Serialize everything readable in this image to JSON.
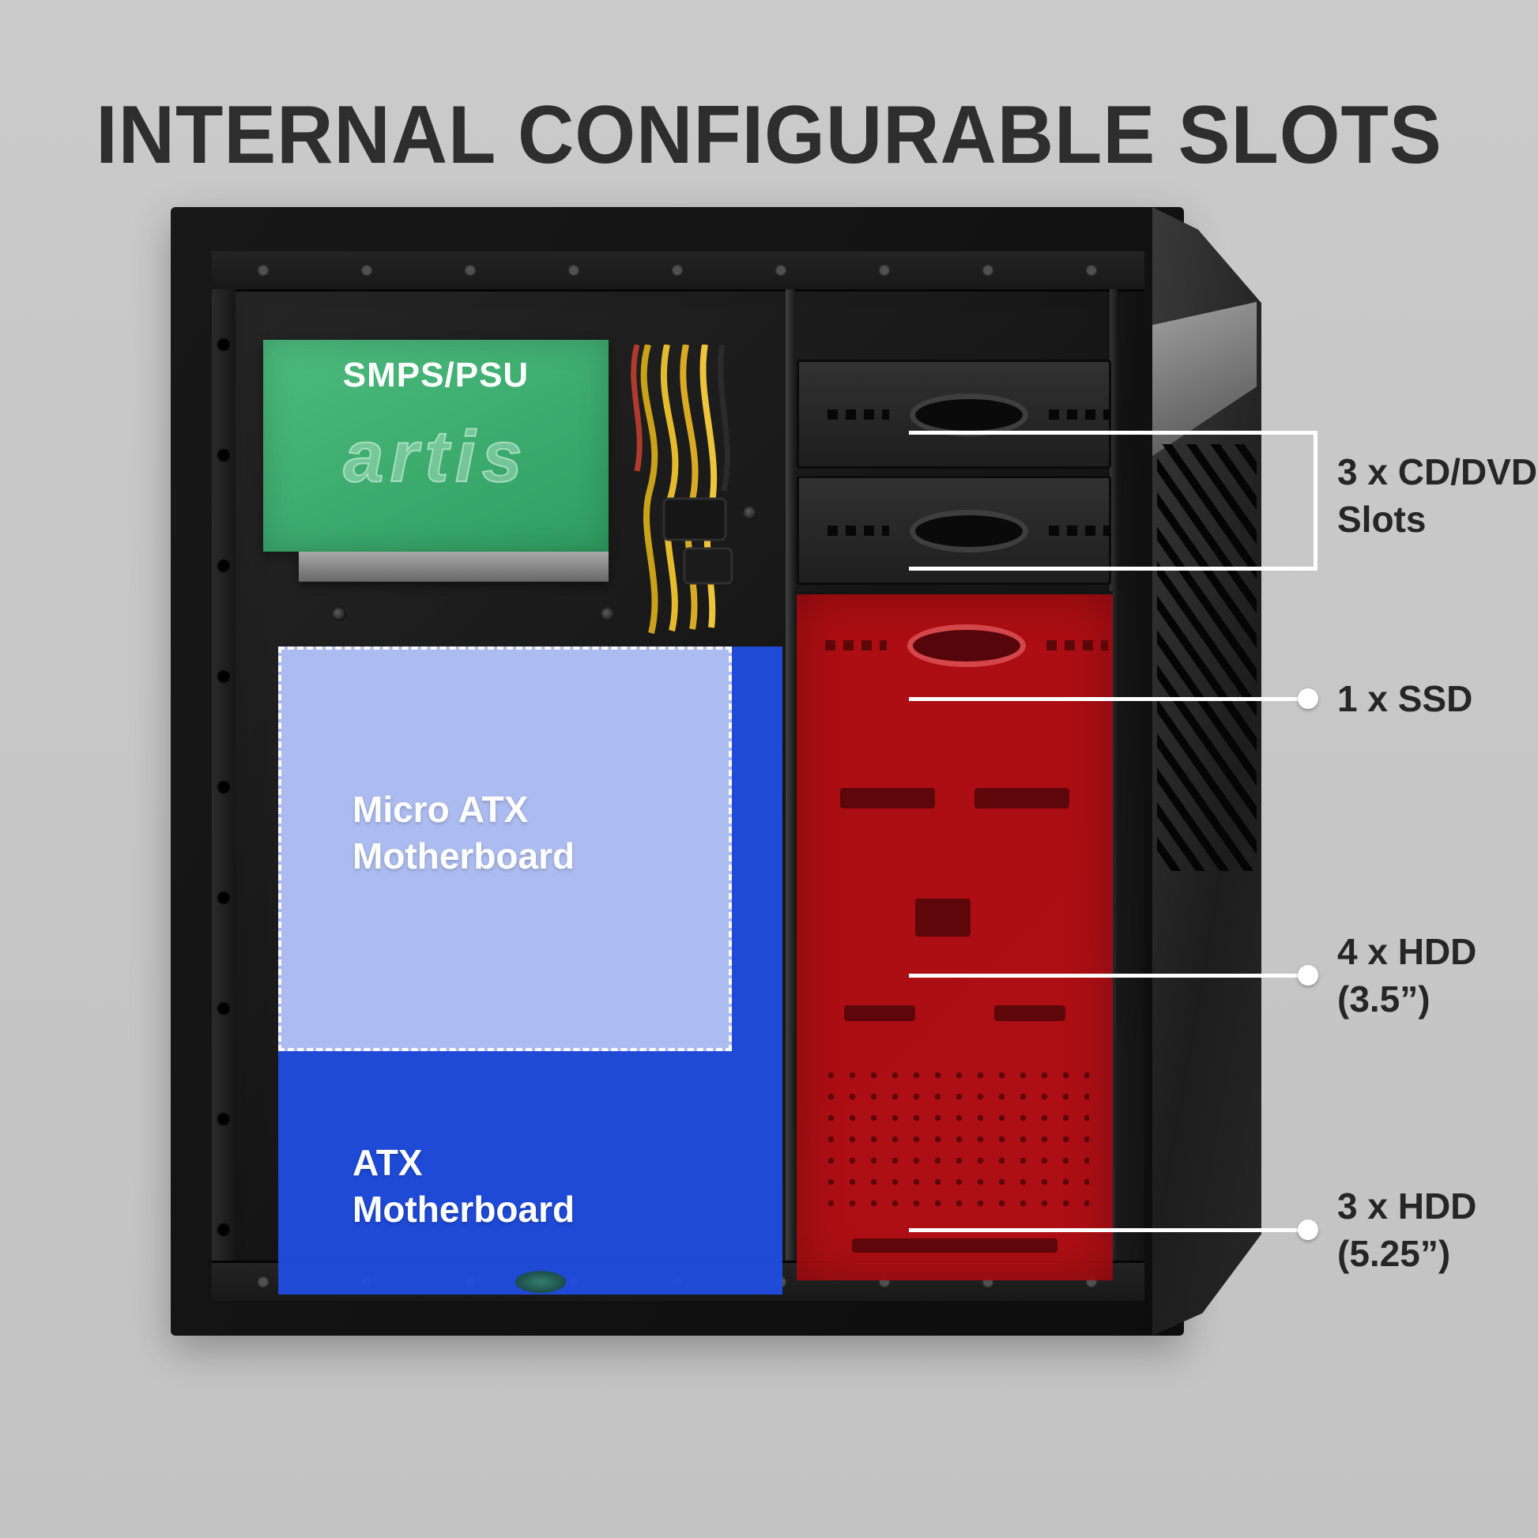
{
  "title": "INTERNAL CONFIGURABLE SLOTS",
  "case": {
    "psu": {
      "label": "SMPS/PSU",
      "brand": "artis"
    },
    "micro_atx": {
      "line1": "Micro ATX",
      "line2": "Motherboard"
    },
    "atx": {
      "line1": "ATX",
      "line2": "Motherboard"
    }
  },
  "callouts": {
    "cd_dvd": {
      "line1": "3 x CD/DVD",
      "line2": "Slots"
    },
    "ssd": {
      "line1": "1 x SSD"
    },
    "hdd_3_5": {
      "line1": "4 x HDD",
      "line2": "(3.5”)"
    },
    "hdd_5_25": {
      "line1": "3 x HDD",
      "line2": "(5.25”)"
    }
  },
  "colors": {
    "background": "#c6c6c6",
    "title_text": "#2e2e2e",
    "psu_overlay_green": "#3fae6f",
    "atx_overlay_blue": "#1f4de0",
    "micro_atx_overlay_blue": "#c5d0f5",
    "drive_cage_overlay_red": "#ba0e14",
    "callout_line_white": "#ffffff",
    "callout_text": "#262626"
  }
}
